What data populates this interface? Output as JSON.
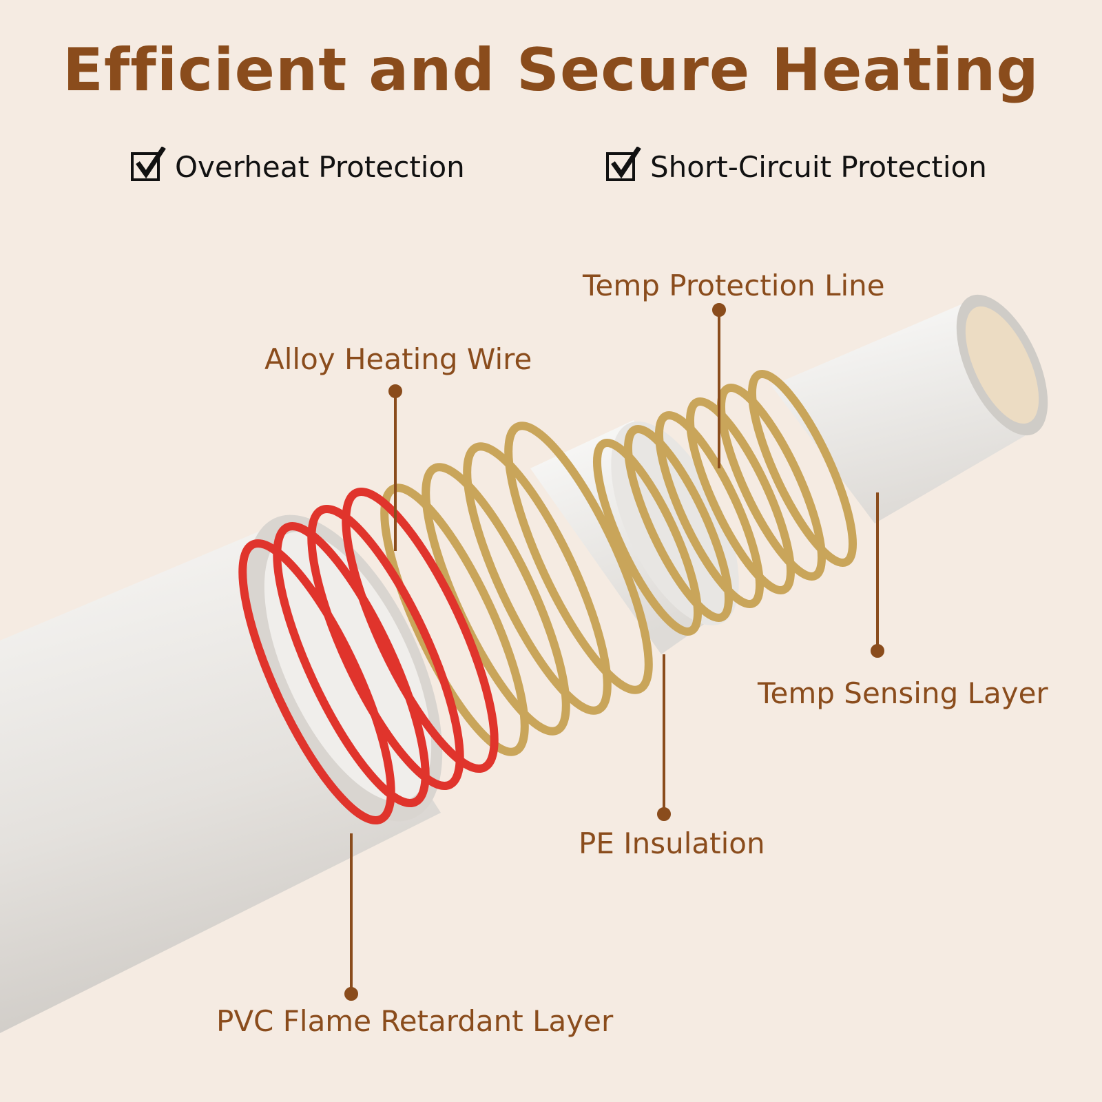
{
  "title": "Efficient and Secure Heating",
  "features": [
    {
      "label": "Overheat Protection",
      "icon": "checkbox-checked-icon"
    },
    {
      "label": "Short-Circuit Protection",
      "icon": "checkbox-checked-icon"
    }
  ],
  "callouts": {
    "temp_protection_line": "Temp Protection Line",
    "alloy_heating_wire": "Alloy Heating Wire",
    "temp_sensing_layer": "Temp Sensing Layer",
    "pe_insulation": "PE Insulation",
    "pvc_layer": "PVC Flame Retardant Layer"
  },
  "colors": {
    "background": "#f5ebe2",
    "title": "#8a4c1c",
    "callout": "#8a4c1c",
    "heating_wire": "#e0342c",
    "protection_wire": "#c9a55a",
    "jacket": "#e6e3df"
  }
}
